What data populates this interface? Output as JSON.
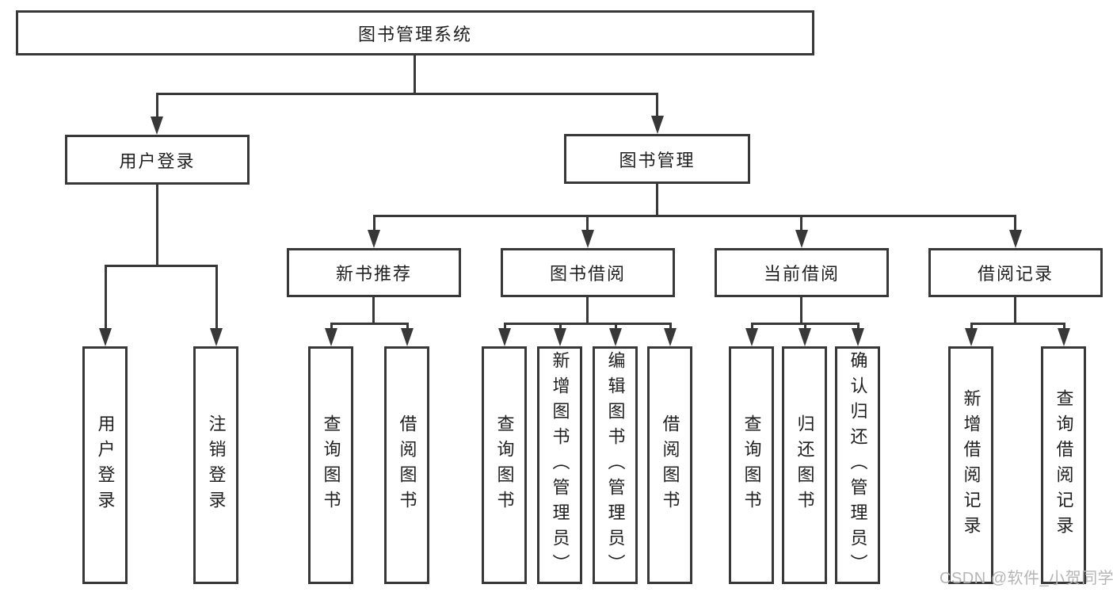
{
  "diagram_title": "图书管理系统",
  "colors": {
    "line": "#383838",
    "box_border": "#383838",
    "text": "#1f1f1f",
    "background": "#ffffff",
    "watermark": "#b5b5b5"
  },
  "watermark": {
    "text": "CSDN @软件_小贺同学"
  },
  "tree": {
    "label": "图书管理系统",
    "children": [
      {
        "label": "用户登录",
        "children": [
          {
            "label": "用户登录"
          },
          {
            "label": "注销登录"
          }
        ]
      },
      {
        "label": "图书管理",
        "children": [
          {
            "label": "新书推荐",
            "children": [
              {
                "label": "查询图书"
              },
              {
                "label": "借阅图书"
              }
            ]
          },
          {
            "label": "图书借阅",
            "children": [
              {
                "label": "查询图书"
              },
              {
                "label": "新增图书（管理员）"
              },
              {
                "label": "编辑图书（管理员）"
              },
              {
                "label": "借阅图书"
              }
            ]
          },
          {
            "label": "当前借阅",
            "children": [
              {
                "label": "查询图书"
              },
              {
                "label": "归还图书"
              },
              {
                "label": "确认归还（管理员）"
              }
            ]
          },
          {
            "label": "借阅记录",
            "children": [
              {
                "label": "新增借阅记录"
              },
              {
                "label": "查询借阅记录"
              }
            ]
          }
        ]
      }
    ]
  }
}
